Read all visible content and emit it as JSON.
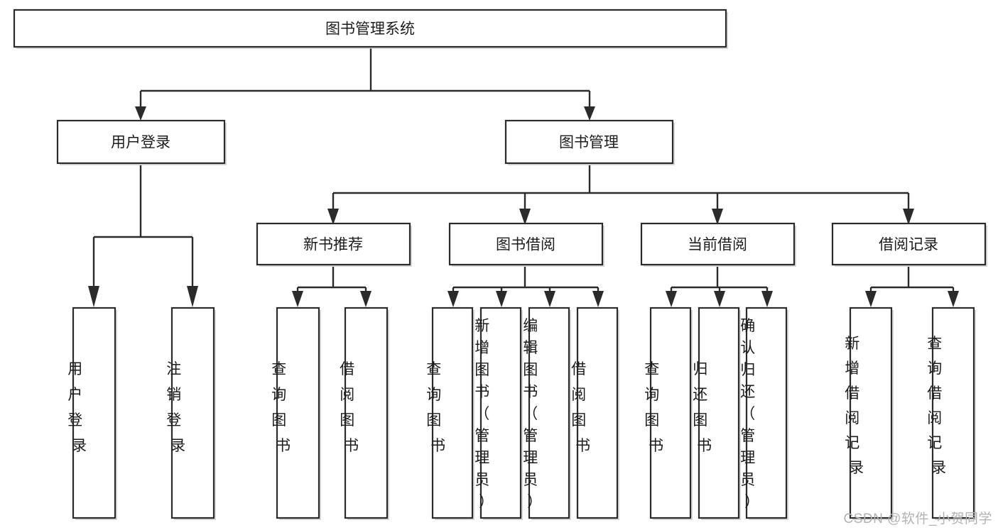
{
  "diagram": {
    "title": "图书管理系统",
    "type": "tree",
    "orientation": "top-down",
    "background_color": "#ffffff",
    "node_fill": "#ffffff",
    "node_stroke": "#2b2b2b",
    "text_color": "#1d1d1d",
    "watermark": "CSDN @软件_小贺同学",
    "watermark_color": "#b3b3b3"
  },
  "nodes": {
    "root": {
      "label": "图书管理系统",
      "level": 0,
      "orientation": "horizontal"
    },
    "l1": [
      {
        "id": "user-login",
        "label": "用户登录",
        "level": 1,
        "orientation": "horizontal"
      },
      {
        "id": "book-manage",
        "label": "图书管理",
        "level": 1,
        "orientation": "horizontal"
      }
    ],
    "l2": [
      {
        "id": "new-book-recommend",
        "label": "新书推荐",
        "level": 2,
        "orientation": "horizontal"
      },
      {
        "id": "book-borrow",
        "label": "图书借阅",
        "level": 2,
        "orientation": "horizontal"
      },
      {
        "id": "current-borrow",
        "label": "当前借阅",
        "level": 2,
        "orientation": "horizontal"
      },
      {
        "id": "borrow-record",
        "label": "借阅记录",
        "level": 2,
        "orientation": "horizontal"
      }
    ],
    "leaves": {
      "user-login": [
        {
          "id": "leaf-user-login",
          "label": "用户登录",
          "lines": [
            "用",
            "户",
            "登",
            "录"
          ]
        },
        {
          "id": "leaf-user-logout",
          "label": "注销登录",
          "lines": [
            "注",
            "销",
            "登",
            "录"
          ]
        }
      ],
      "new-book-recommend": [
        {
          "id": "leaf-query-book-1",
          "label": "查询图书",
          "lines": [
            "查",
            "询",
            "图",
            "书"
          ]
        },
        {
          "id": "leaf-borrow-book-1",
          "label": "借阅图书",
          "lines": [
            "借",
            "阅",
            "图",
            "书"
          ]
        }
      ],
      "book-borrow": [
        {
          "id": "leaf-query-book-2",
          "label": "查询图书",
          "lines": [
            "查",
            "询",
            "图",
            "书"
          ]
        },
        {
          "id": "leaf-add-book",
          "label": "新增图书（管理员）",
          "lines": [
            "新",
            "增",
            "图",
            "书",
            "（",
            "管",
            "理",
            "员",
            "）"
          ]
        },
        {
          "id": "leaf-edit-book",
          "label": "编辑图书（管理员）",
          "lines": [
            "编",
            "辑",
            "图",
            "书",
            "（",
            "管",
            "理",
            "员",
            "）"
          ]
        },
        {
          "id": "leaf-borrow-book-2",
          "label": "借阅图书",
          "lines": [
            "借",
            "阅",
            "图",
            "书"
          ]
        }
      ],
      "current-borrow": [
        {
          "id": "leaf-query-book-3",
          "label": "查询图书",
          "lines": [
            "查",
            "询",
            "图",
            "书"
          ]
        },
        {
          "id": "leaf-return-book",
          "label": "归还图书",
          "lines": [
            "归",
            "还",
            "图",
            "书"
          ]
        },
        {
          "id": "leaf-confirm-return",
          "label": "确认归还（管理员）",
          "lines": [
            "确",
            "认",
            "归",
            "还",
            "（",
            "管",
            "理",
            "员",
            "）"
          ]
        }
      ],
      "borrow-record": [
        {
          "id": "leaf-add-record",
          "label": "新增借阅记录",
          "lines": [
            "新",
            "增",
            "借",
            "阅",
            "记",
            "录"
          ]
        },
        {
          "id": "leaf-query-record",
          "label": "查询借阅记录",
          "lines": [
            "查",
            "询",
            "借",
            "阅",
            "记",
            "录"
          ]
        }
      ]
    }
  }
}
